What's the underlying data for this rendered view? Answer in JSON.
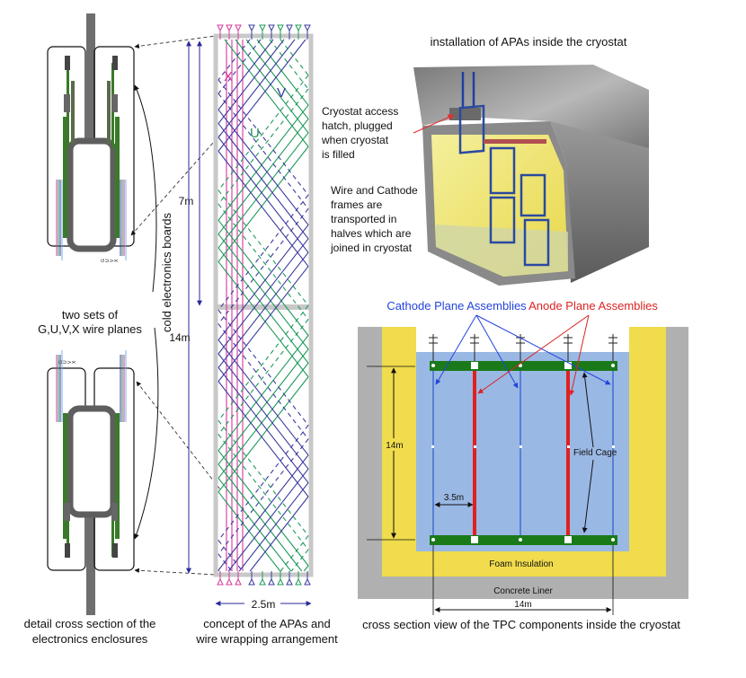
{
  "panels": {
    "detail": {
      "caption_line1": "detail cross section of the",
      "caption_line2": "electronics enclosures",
      "wire_planes_line1": "two sets of",
      "wire_planes_line2": "G,U,V,X wire planes",
      "boards_label": "cold electronics boards",
      "plane_tag_g": "G",
      "plane_tag_u": "U",
      "plane_tag_v": "V",
      "plane_tag_x": "X"
    },
    "apa": {
      "caption_line1": "concept of the APAs and",
      "caption_line2": "wire wrapping arrangement",
      "x_label": "X",
      "u_label": "U",
      "v_label": "V",
      "dim_7m": "7m",
      "dim_14m": "14m",
      "dim_width": "2.5m"
    },
    "installation": {
      "title": "installation of APAs inside the cryostat",
      "hatch_line1": "Cryostat access",
      "hatch_line2": "hatch, plugged",
      "hatch_line3": "when cryostat",
      "hatch_line4": "is filled",
      "frames_line1": "Wire and Cathode",
      "frames_line2": "frames are",
      "frames_line3": "transported in",
      "frames_line4": "halves which are",
      "frames_line5": "joined in cryostat"
    },
    "cross_section": {
      "caption": "cross section view of the TPC components inside the cryostat",
      "cathode_label": "Cathode Plane Assemblies",
      "anode_label": "Anode Plane Assemblies",
      "field_cage": "Field Cage",
      "foam": "Foam Insulation",
      "concrete": "Concrete Liner",
      "dim_height": "14m",
      "dim_spacing": "3.5m",
      "dim_width": "14m"
    }
  },
  "colors": {
    "x_wire": "#d6389a",
    "u_wire": "#1e9a5a",
    "v_wire": "#3a3aa0",
    "dim_line": "#2a2a9a",
    "cathode_text": "#2244dd",
    "anode_text": "#dd2222",
    "argon": "#9ab8e4",
    "foam": "#f0dc4c",
    "concrete": "#b0b0b0",
    "frame_green": "#1a7a1a",
    "anode_red": "#e02020"
  }
}
